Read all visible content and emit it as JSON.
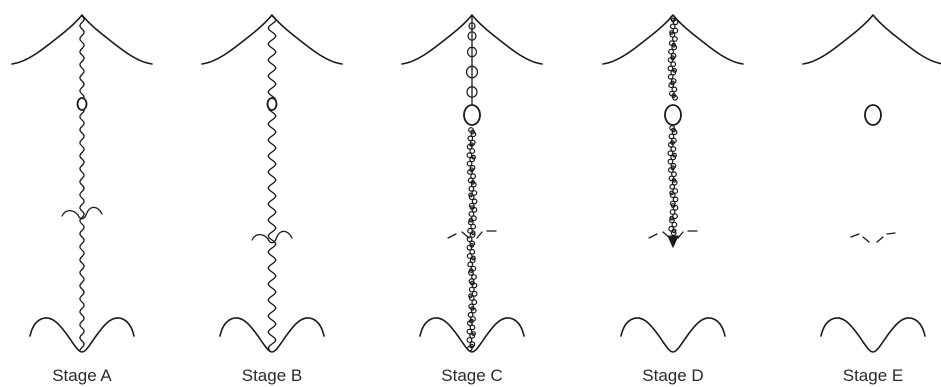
{
  "stages": [
    {
      "label": "Stage A",
      "cord": "thin-wavy",
      "oval_size": "small",
      "cut": "solid-curl"
    },
    {
      "label": "Stage B",
      "cord": "wavy",
      "oval_size": "small",
      "cut": "solid-curl"
    },
    {
      "label": "Stage C",
      "cord": "beaded-full",
      "oval_size": "large",
      "cut": "dashed"
    },
    {
      "label": "Stage D",
      "cord": "beaded-to-arrow",
      "oval_size": "large",
      "cut": "dashed"
    },
    {
      "label": "Stage E",
      "cord": "none",
      "oval_size": "large",
      "cut": "dashed-split"
    }
  ]
}
